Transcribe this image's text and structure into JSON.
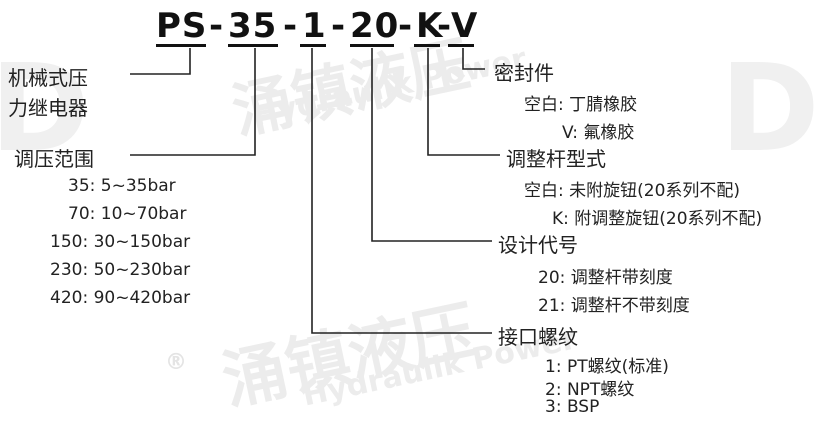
{
  "watermark": {
    "brand_cn": "涌镇液压",
    "brand_en": "Hydraulik Power",
    "registered": "®"
  },
  "code": {
    "segments": [
      "PS",
      "-",
      "35",
      "-",
      "1",
      "-",
      "20",
      "-",
      "K",
      "-",
      "V"
    ]
  },
  "params": {
    "type": {
      "label_line1": "机械式压",
      "label_line2": "力继电器"
    },
    "pressure_range": {
      "label": "调压范围",
      "options": [
        "35: 5~35bar",
        "70: 10~70bar",
        "150: 30~150bar",
        "230: 50~230bar",
        "420: 90~420bar"
      ]
    },
    "seal": {
      "label": "密封件",
      "options": [
        "空白: 丁腈橡胶",
        "V: 氟橡胶"
      ]
    },
    "rod_type": {
      "label": "调整杆型式",
      "options": [
        "空白: 未附旋钮(20系列不配)",
        "K: 附调整旋钮(20系列不配)"
      ]
    },
    "design_code": {
      "label": "设计代号",
      "options": [
        "20: 调整杆带刻度",
        "21: 调整杆不带刻度"
      ]
    },
    "port_thread": {
      "label": "接口螺纹",
      "options": [
        "1: PT螺纹(标准)",
        "2: NPT螺纹",
        "3: BSP"
      ]
    }
  }
}
